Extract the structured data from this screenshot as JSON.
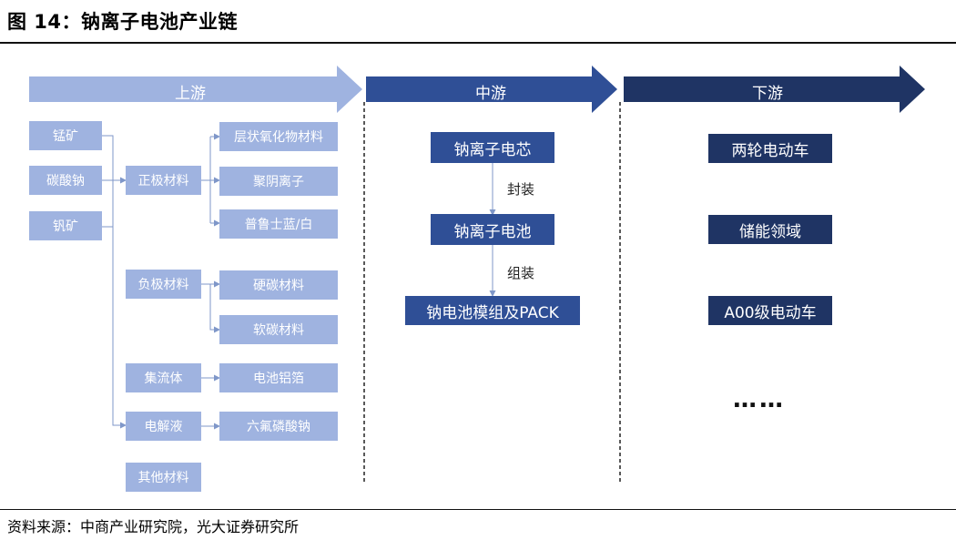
{
  "title": "图 14：钠离子电池产业链",
  "source": "资料来源：中商产业研究院，光大证券研究所",
  "colors": {
    "upstream_arrow": "#9fb3e0",
    "midstream_arrow": "#2f4f96",
    "downstream_arrow": "#1f3464"
  },
  "stages": {
    "upstream": "上游",
    "midstream": "中游",
    "downstream": "下游"
  },
  "upstream": {
    "raw": {
      "manganese": "锰矿",
      "soda_ash": "碳酸钠",
      "vanadium": "钒矿"
    },
    "cathode": {
      "label": "正极材料",
      "layered_oxide": "层状氧化物材料",
      "polyanion": "聚阴离子",
      "prussian": "普鲁士蓝/白"
    },
    "anode": {
      "label": "负极材料",
      "hard_carbon": "硬碳材料",
      "soft_carbon": "软碳材料"
    },
    "collector": {
      "label": "集流体",
      "al_foil": "电池铝箔"
    },
    "electrolyte": {
      "label": "电解液",
      "napf6": "六氟磷酸钠"
    },
    "others": "其他材料"
  },
  "midstream": {
    "cell": "钠离子电芯",
    "encapsulation": "封装",
    "battery": "钠离子电池",
    "assembly": "组装",
    "pack": "钠电池模组及PACK"
  },
  "downstream": {
    "ev2": "两轮电动车",
    "storage": "储能领域",
    "a00": "A00级电动车",
    "ellipsis": "……"
  }
}
